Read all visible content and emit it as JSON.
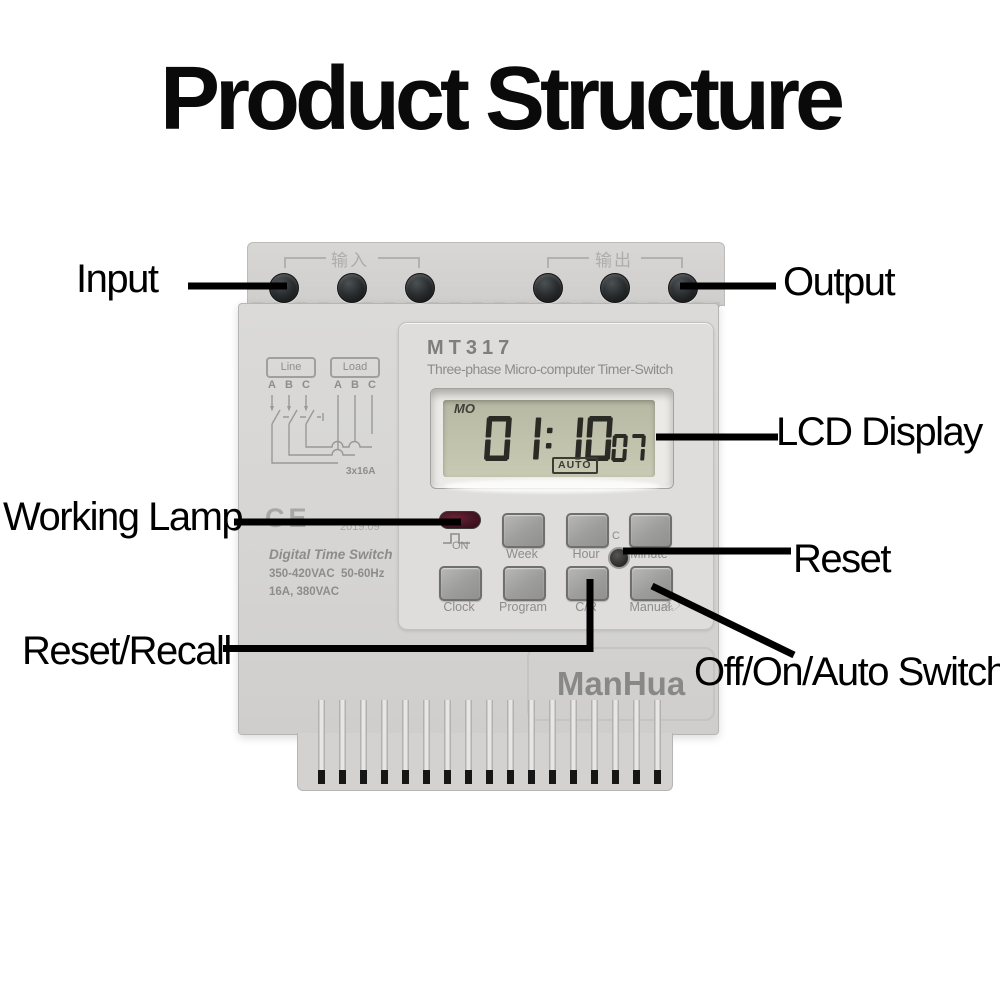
{
  "title": "Product Structure",
  "callouts": {
    "input": "Input",
    "output": "Output",
    "lcd_display": "LCD Display",
    "working_lamp": "Working Lamp",
    "reset": "Reset",
    "reset_recall": "Reset/Recall",
    "off_on_auto_switch": "Off/On/Auto Switch"
  },
  "device": {
    "model": "MT317",
    "subtitle": "Three-phase Micro-computer Timer-Switch",
    "brand": "ManHua",
    "top_labels": {
      "input_cn": "输入",
      "output_cn": "输出"
    },
    "lcd": {
      "day": "MO",
      "time": "01:10",
      "seconds": "07",
      "mode": "AUTO"
    },
    "lamp": {
      "on_label": "ON"
    },
    "reset_hint": "C",
    "buttons": {
      "row1": [
        "Week",
        "Hour",
        "Minute"
      ],
      "row2": [
        "Clock",
        "Program",
        "C/R",
        "Manual"
      ]
    },
    "wiring": {
      "line": "Line",
      "load": "Load",
      "phases": [
        "A",
        "B",
        "C"
      ],
      "rating": "3x16A"
    },
    "markings": {
      "ce": "CE",
      "date": "2019.09",
      "name": "Digital Time Switch",
      "spec1": "350-420VAC  50-60Hz",
      "spec2": "16A, 380VAC"
    }
  }
}
